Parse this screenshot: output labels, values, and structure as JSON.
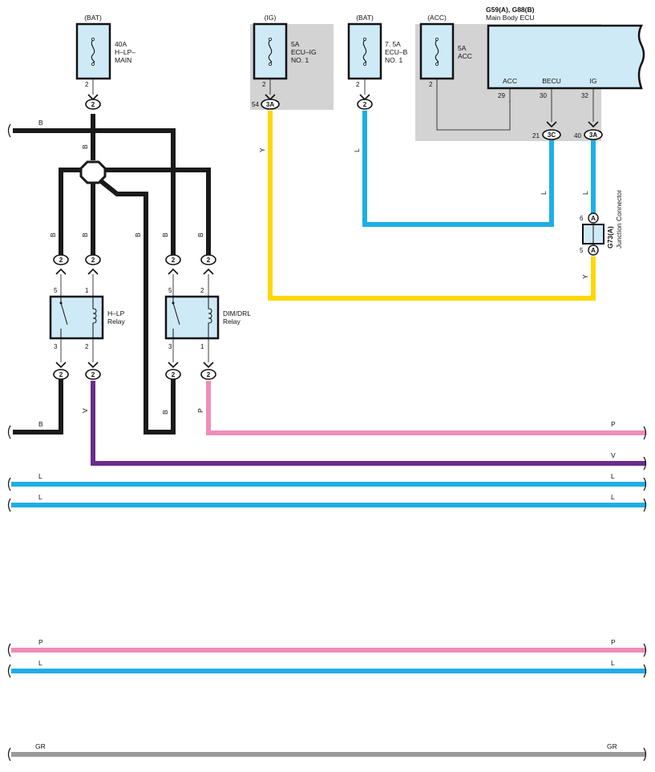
{
  "fuses": {
    "hlp_main": {
      "source": "(BAT)",
      "amp": "40A",
      "name1": "H–LP–",
      "name2": "MAIN",
      "pin": "2",
      "conn": "2"
    },
    "ecu_ig": {
      "source": "(IG)",
      "amp": "5A",
      "name1": "ECU–IG",
      "name2": "NO. 1",
      "pin": "2",
      "conn_pin": "54",
      "conn": "3A"
    },
    "ecu_b": {
      "source": "(BAT)",
      "amp": "7. 5A",
      "name1": "ECU–B",
      "name2": "NO. 1",
      "pin": "2",
      "conn": "2"
    },
    "acc": {
      "source": "(ACC)",
      "amp": "5A",
      "name1": "ACC",
      "pin": "2"
    }
  },
  "ecu": {
    "code": "G59(A), G88(B)",
    "name": "Main Body ECU",
    "terminals": [
      {
        "name": "ACC",
        "pin": "29"
      },
      {
        "name": "BECU",
        "pin": "30"
      },
      {
        "name": "IG",
        "pin": "32"
      }
    ],
    "connectors": [
      {
        "pin": "21",
        "conn": "3C"
      },
      {
        "pin": "40",
        "conn": "3A"
      }
    ]
  },
  "junction": {
    "code": "G73(A)",
    "name": "Junction Connector",
    "pin_top": "6",
    "pin_bottom": "5",
    "conn": "A"
  },
  "relays": {
    "hlp": {
      "name1": "H–LP",
      "name2": "Relay",
      "pin_tl": "5",
      "pin_tr": "1",
      "pin_bl": "3",
      "pin_br": "2"
    },
    "dim": {
      "name1": "DIM/DRL",
      "name2": "Relay",
      "pin_tl": "5",
      "pin_tr": "2",
      "pin_bl": "3",
      "pin_br": "1"
    }
  },
  "connector_label": "2",
  "wire_labels": {
    "b": "B",
    "y": "Y",
    "l": "L",
    "v": "V",
    "p": "P",
    "gr": "GR"
  },
  "colors": {
    "B": "#1a1a1a",
    "Y": "#ffd700",
    "L": "#1eaee6",
    "V": "#6b2d8b",
    "P": "#f08cb8",
    "GR": "#9a9a9a",
    "fuse_fill": "#cfeaf7",
    "gray_box": "#d3d3d3"
  }
}
